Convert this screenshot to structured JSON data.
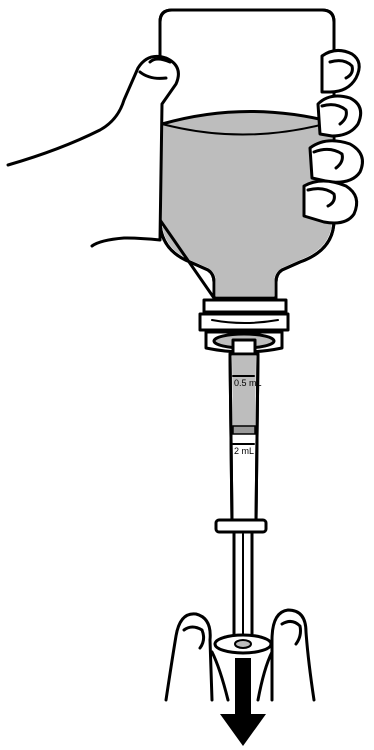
{
  "figure": {
    "markings": {
      "upper": "0.5 mL",
      "lower": "2 mL"
    },
    "colors": {
      "liquid": "#bdbdbd",
      "outline": "#000000",
      "background": "#ffffff"
    },
    "icons": [
      "bottle-illustration",
      "hand-illustration",
      "syringe-illustration",
      "down-arrow-icon"
    ]
  }
}
